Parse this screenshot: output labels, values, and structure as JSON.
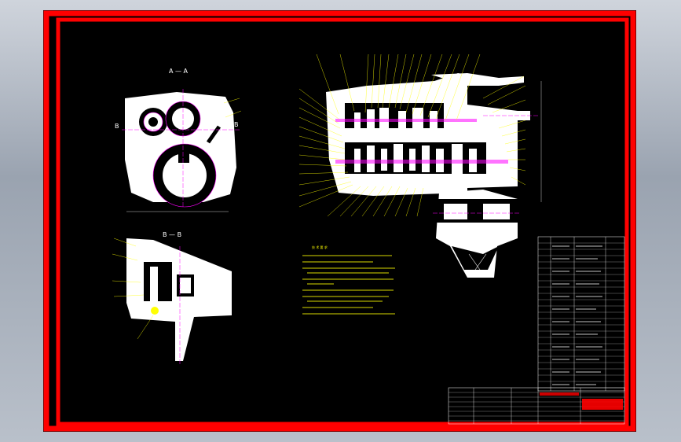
{
  "drawing": {
    "section_aa_label": "A — A",
    "section_bb_label": "B — B",
    "label_b_left": "B",
    "label_b_right": "B",
    "tech_req_title": "技 术 要 求",
    "colors": {
      "frame": "#ff0000",
      "geometry": "#ffffff",
      "centerline": "#ff00ff",
      "leader": "#ffff00",
      "background": "#000000"
    }
  }
}
